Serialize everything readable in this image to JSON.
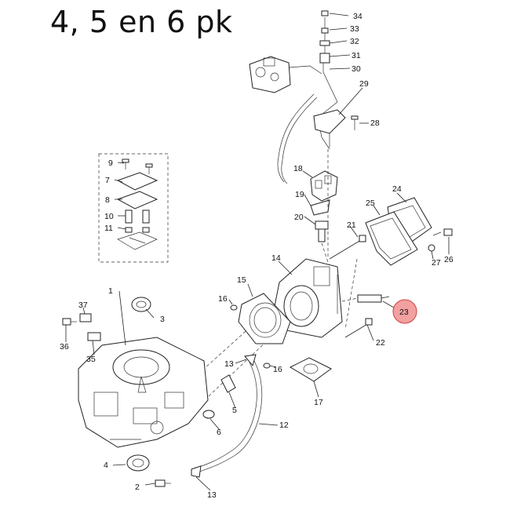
{
  "title": "4, 5 en 6 pk",
  "highlight_color": "#f2a0a0",
  "highlight_stroke": "#d04040",
  "callouts": {
    "c1": "1",
    "c2": "2",
    "c3": "3",
    "c4": "4",
    "c5": "5",
    "c6": "6",
    "c7": "7",
    "c8": "8",
    "c9": "9",
    "c10": "10",
    "c11": "11",
    "c12": "12",
    "c13a": "13",
    "c13b": "13",
    "c14": "14",
    "c15": "15",
    "c16a": "16",
    "c16b": "16",
    "c17": "17",
    "c18": "18",
    "c19": "19",
    "c20": "20",
    "c21": "21",
    "c22": "22",
    "c23": "23",
    "c24": "24",
    "c25": "25",
    "c26": "26",
    "c27": "27",
    "c28": "28",
    "c29": "29",
    "c30": "30",
    "c31": "31",
    "c32": "32",
    "c33": "33",
    "c34": "34",
    "c35": "35",
    "c36": "36",
    "c37": "37"
  }
}
